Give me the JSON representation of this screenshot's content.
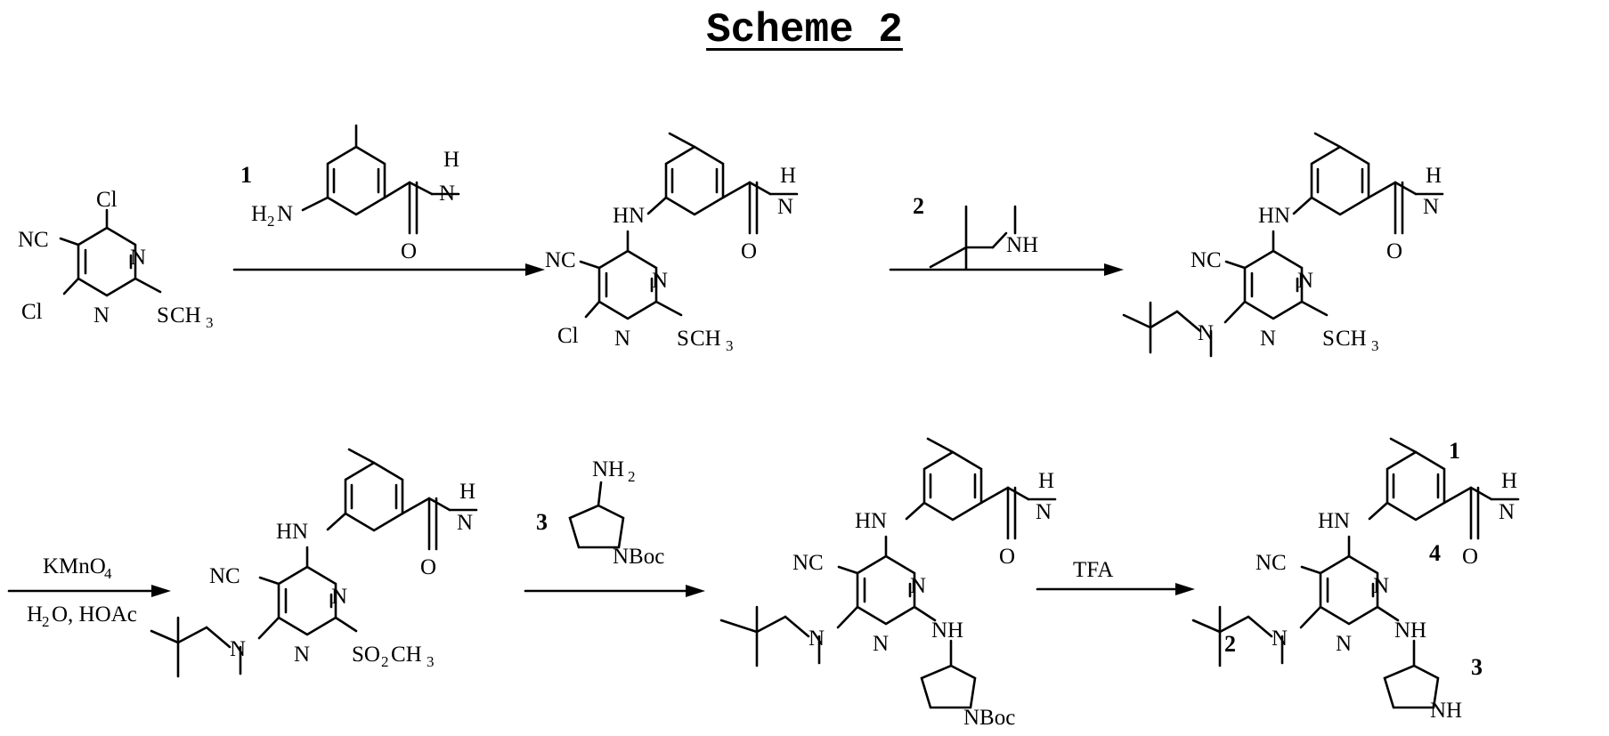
{
  "title": "Scheme 2",
  "labels": {
    "NC": "NC",
    "Cl": "Cl",
    "N": "N",
    "NH": "NH",
    "HN": "HN",
    "H": "H",
    "O": "O",
    "S": "S",
    "CH": "CH",
    "SO": "SO",
    "NBoc": "NBoc",
    "sub2": "2",
    "sub3": "3",
    "sub4": "4"
  },
  "steps": {
    "reagent1_number": "1",
    "reagent2_number": "2",
    "reagent3_number": "3",
    "oxidation_reagent": "KMnO",
    "oxidation_conditions": "H",
    "oxidation_conditions_rest": "O, HOAc",
    "deprotection": "TFA"
  },
  "fragment_numbers": [
    "1",
    "2",
    "3",
    "4"
  ]
}
